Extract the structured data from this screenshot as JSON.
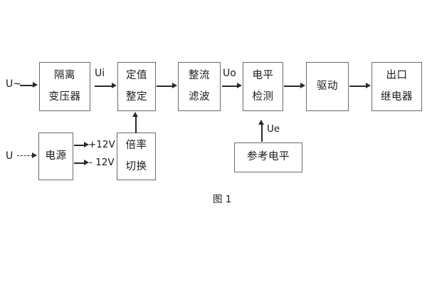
{
  "diagram": {
    "caption": "图 1",
    "blocks": [
      {
        "id": "isolation-transformer",
        "lines": [
          "隔离",
          "变压器"
        ]
      },
      {
        "id": "setpoint-setting",
        "lines": [
          "定值",
          "整定"
        ]
      },
      {
        "id": "rectify-filter",
        "lines": [
          "整流",
          "滤波"
        ]
      },
      {
        "id": "level-detection",
        "lines": [
          "电平",
          "检测"
        ]
      },
      {
        "id": "drive",
        "lines": [
          "驱动"
        ]
      },
      {
        "id": "output-relay",
        "lines": [
          "出口",
          "继电器"
        ]
      },
      {
        "id": "power-supply",
        "lines": [
          "电源"
        ]
      },
      {
        "id": "multiplier-switch",
        "lines": [
          "倍率",
          "切换"
        ]
      },
      {
        "id": "reference-level",
        "lines": [
          "参考电平"
        ]
      }
    ],
    "labels": {
      "ac_input": "U~",
      "dc_input": "U",
      "ui": "Ui",
      "uo": "Uo",
      "ue": "Ue",
      "pos_12v": "+12V",
      "neg_12v": "- 12V"
    },
    "colors": {
      "box_border": "#6b6b6b",
      "arrow": "#2a2a2a",
      "text": "#1b1b1b",
      "background": "#ffffff"
    }
  }
}
